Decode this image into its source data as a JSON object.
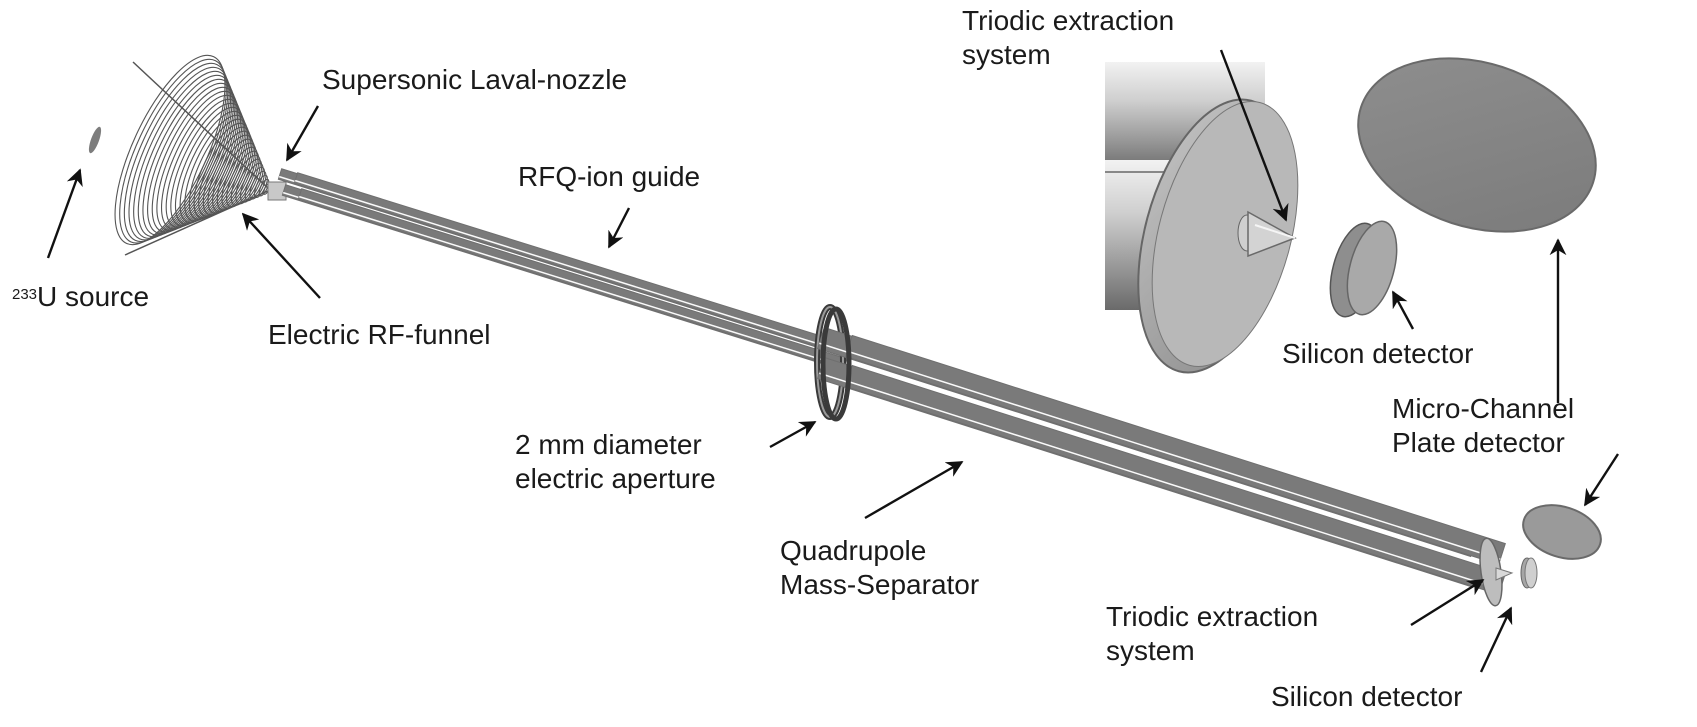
{
  "labels": {
    "source_isotope": "233",
    "source_suffix": "U source",
    "nozzle": "Supersonic Laval-nozzle",
    "funnel": "Electric RF-funnel",
    "rfq": "RFQ-ion guide",
    "aperture_line1": "2 mm diameter",
    "aperture_line2": "electric aperture",
    "qms_line1": "Quadrupole",
    "qms_line2": "Mass-Separator",
    "extraction_line1": "Triodic extraction",
    "extraction_line2": "system",
    "silicon": "Silicon detector",
    "inset_extraction_line1": "Triodic extraction",
    "inset_extraction_line2": "system",
    "inset_silicon": "Silicon detector",
    "mcp_line1": "Micro-Channel",
    "mcp_line2": "Plate detector"
  },
  "colors": {
    "arrow": "#111111",
    "metal_light": "#e6e6e6",
    "metal_mid": "#b5b5b5",
    "metal_dark": "#6f6f6f",
    "funnel_wire": "#555555",
    "mcp_fill": "#8a8a8a"
  }
}
